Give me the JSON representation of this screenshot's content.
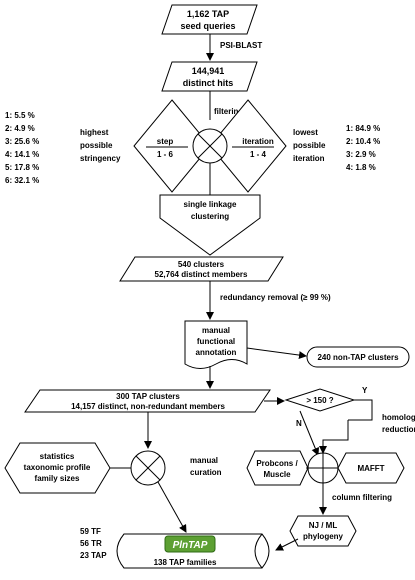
{
  "nodes": {
    "seed": [
      "1,162 TAP",
      "seed queries"
    ],
    "psi_blast": "PSI-BLAST",
    "hits": [
      "144,941",
      "distinct hits"
    ],
    "filtering": "filtering",
    "step": [
      "step",
      "1 - 6"
    ],
    "iteration": [
      "iteration",
      "1 - 4"
    ],
    "stringency_label": [
      "highest",
      "possible",
      "stringency"
    ],
    "iteration_label": [
      "lowest",
      "possible",
      "iteration"
    ],
    "stringency_stats": [
      "1: 5.5 %",
      "2: 4.9 %",
      "3: 25.6 %",
      "4: 14.1 %",
      "5: 17.8 %",
      "6: 32.1 %"
    ],
    "iteration_stats": [
      "1: 84.9 %",
      "2: 10.4 %",
      "3: 2.9 %",
      "4: 1.8 %"
    ],
    "linkage": [
      "single linkage",
      "clustering"
    ],
    "clusters": [
      "540 clusters",
      "52,764 distinct members"
    ],
    "redundancy": "redundancy removal (≥ 99 %)",
    "manual_annotation": [
      "manual",
      "functional",
      "annotation"
    ],
    "non_tap": "240 non-TAP clusters",
    "tap_clusters": [
      "300 TAP clusters",
      "14,157 distinct, non-redundant members"
    ],
    "gt150": "> 150 ?",
    "yes": "Y",
    "no": "N",
    "homology": [
      "homology",
      "reduction"
    ],
    "statistics": [
      "statistics",
      "taxonomic profile",
      "family sizes"
    ],
    "manual_curation": [
      "manual",
      "curation"
    ],
    "probcons": [
      "Probcons /",
      "Muscle"
    ],
    "mafft": "MAFFT",
    "column_filtering": "column filtering",
    "phylogeny": [
      "NJ / ML",
      "phylogeny"
    ],
    "counts": [
      "59 TF",
      "56 TR",
      "23 TAP"
    ],
    "plantapdb": "PlnTAP",
    "families": "138 TAP families"
  }
}
